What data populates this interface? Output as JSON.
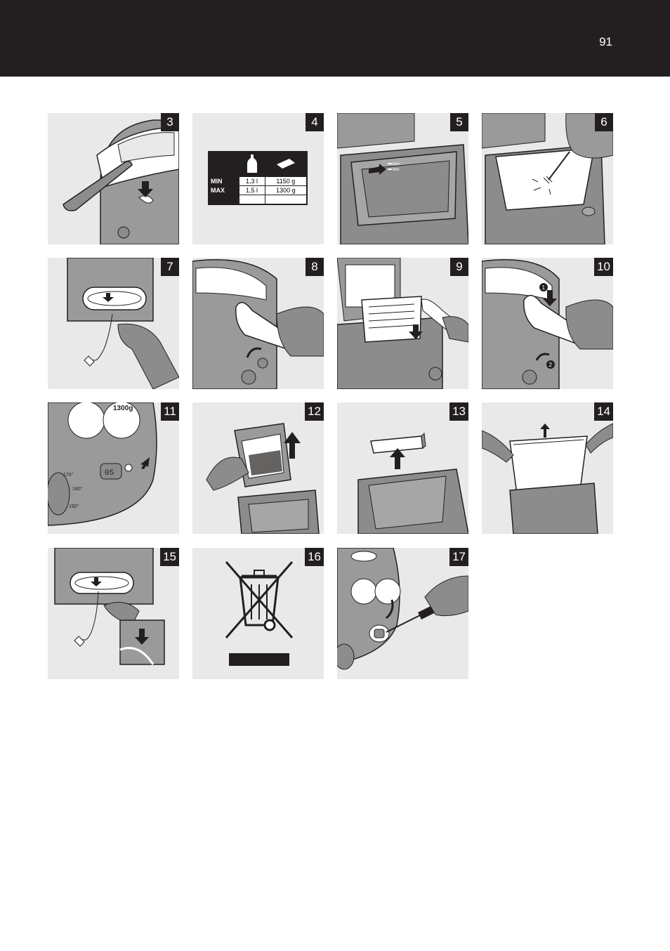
{
  "page_number": "91",
  "panels": [
    {
      "number": "3"
    },
    {
      "number": "4"
    },
    {
      "number": "5"
    },
    {
      "number": "6"
    },
    {
      "number": "7"
    },
    {
      "number": "8"
    },
    {
      "number": "9"
    },
    {
      "number": "10"
    },
    {
      "number": "11"
    },
    {
      "number": "12"
    },
    {
      "number": "13"
    },
    {
      "number": "14"
    },
    {
      "number": "15"
    },
    {
      "number": "16"
    },
    {
      "number": "17"
    }
  ],
  "quantity_table": {
    "rows": [
      {
        "label": "MIN",
        "oil": "1,3 l",
        "food": "1150 g"
      },
      {
        "label": "MAX",
        "oil": "1,5 l",
        "food": "1300 g"
      },
      {
        "label": "",
        "oil": "",
        "food": ""
      }
    ]
  },
  "labels": {
    "max_mark": "MAX",
    "min_mark": "MIN",
    "callout_1": "1",
    "callout_2": "2",
    "display_digits": "05",
    "temp_170": "170°",
    "temp_180": "180°",
    "temp_190": "190°",
    "food_weight": "1300g"
  },
  "colors": {
    "header": "#231f20",
    "panel_bg": "#e9e9e9",
    "appliance": "#8c8c8c"
  }
}
